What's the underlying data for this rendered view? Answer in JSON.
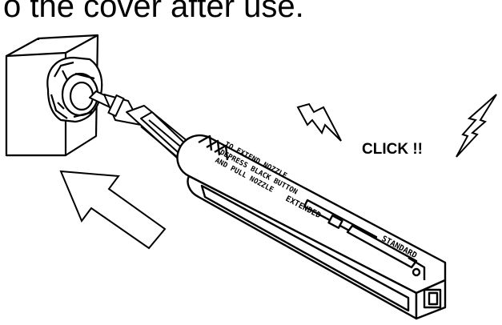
{
  "caption": {
    "text": "o the cover after use."
  },
  "click_label": {
    "text": "CLICK !!"
  },
  "pen_labels": {
    "instruction_line1": "TO EXTEND NOZZLE",
    "instruction_line2": "DEPRESS BLACK BUTTON",
    "instruction_line3": "AND PULL NOZZLE",
    "extended": "EXTENDED",
    "standard": "STANDARD"
  },
  "icons": {
    "push_arrow": "arrow-up-left-outline",
    "click_sparks": "lightning-bolt"
  },
  "colors": {
    "ink": "#000000",
    "paper": "#ffffff"
  }
}
